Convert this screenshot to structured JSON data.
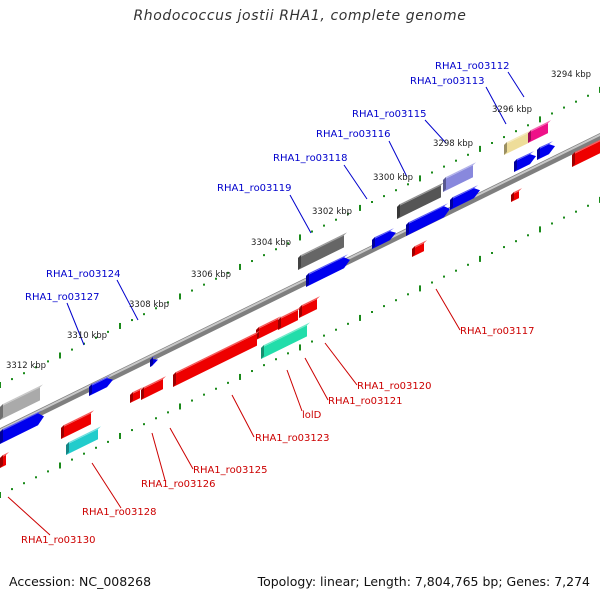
{
  "title": "Rhodococcus jostii RHA1, complete genome",
  "footer": {
    "accession": "Accession: NC_008268",
    "stats": "Topology: linear; Length: 7,804,765 bp; Genes: 7,274"
  },
  "colors": {
    "forward_label": "#0000cc",
    "reverse_label": "#cc0000",
    "backbone": "#8a8a8a",
    "ticks": "#1a8a1a"
  },
  "scale_labels": [
    "3294 kbp",
    "3296 kbp",
    "3298 kbp",
    "3300 kbp",
    "3302 kbp",
    "3304 kbp",
    "3306 kbp",
    "3308 kbp",
    "3310 kbp",
    "3312 kbp"
  ],
  "forward_labels": [
    "RHA1_ro03112",
    "RHA1_ro03113",
    "RHA1_ro03115",
    "RHA1_ro03116",
    "RHA1_ro03118",
    "RHA1_ro03119",
    "RHA1_ro03124",
    "RHA1_ro03127"
  ],
  "reverse_labels": [
    "RHA1_ro03117",
    "RHA1_ro03120",
    "RHA1_ro03121",
    "lolD",
    "RHA1_ro03123",
    "RHA1_ro03125",
    "RHA1_ro03126",
    "RHA1_ro03128",
    "RHA1_ro03130"
  ]
}
